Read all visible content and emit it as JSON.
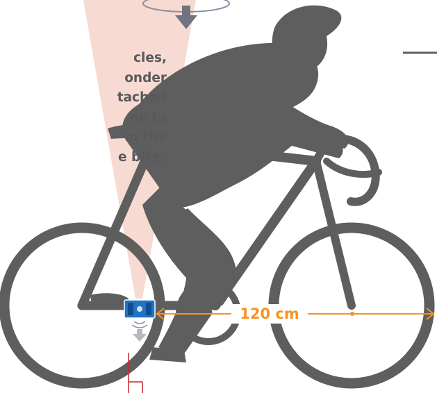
{
  "caption": {
    "lines": [
      "cles,",
      "onder",
      "tached",
      "ne to",
      "m the",
      "e bike."
    ]
  },
  "measurement": {
    "label": "120 cm"
  },
  "colors": {
    "silhouette": "#5f5e5f",
    "measure": "#f7941d",
    "beam": "#f4cbbd",
    "transponder": "#1f74c6",
    "text": "#58595b",
    "marker": "#c1272d"
  }
}
